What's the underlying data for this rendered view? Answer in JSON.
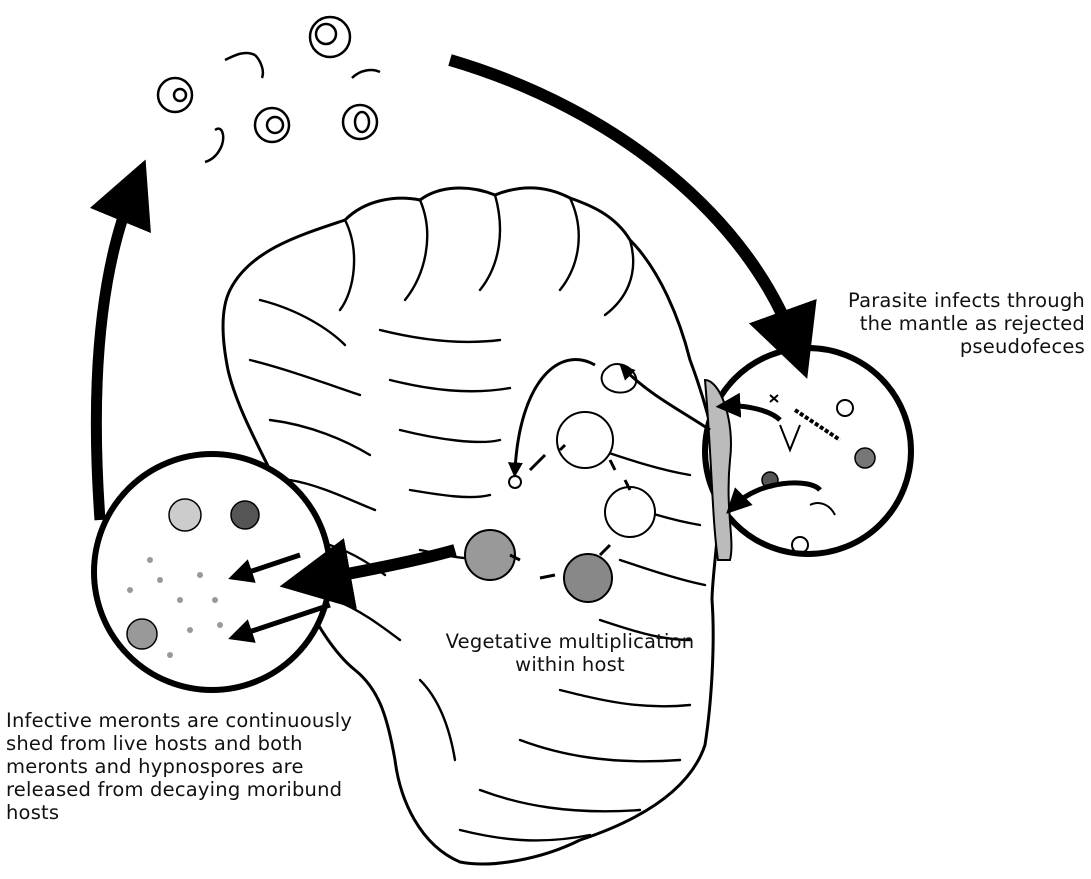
{
  "labels": {
    "entry": "Parasite infects through the mantle as rejected pseudofeces",
    "multiplication": "Vegetative multiplication within host",
    "release": "Infective meronts are continuously shed from live hosts and both meronts and hypnospores are released from decaying moribund hosts"
  }
}
